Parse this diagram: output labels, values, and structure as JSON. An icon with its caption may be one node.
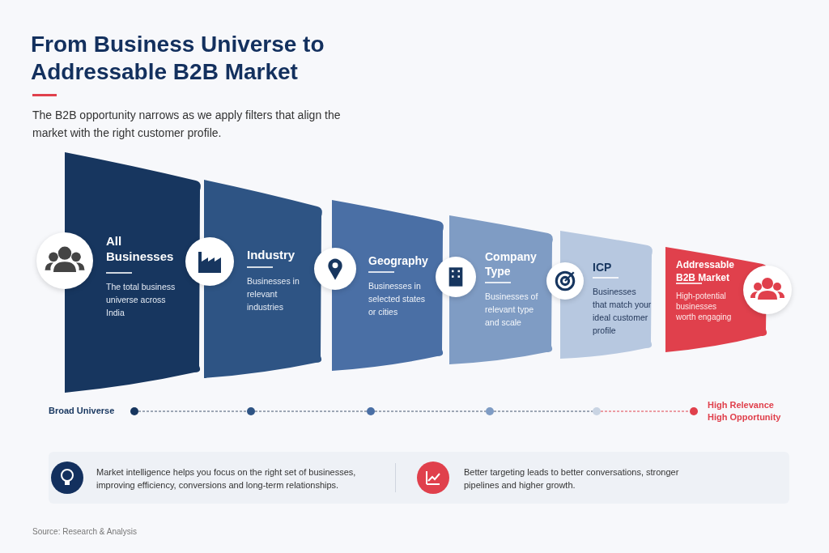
{
  "diagram": {
    "title": "From Business Universe to Addressable B2B Market",
    "nodes": [
      {
        "text": [
          "All Businesses",
          "The total business universe across India"
        ]
      },
      {
        "text": [
          "Industry",
          "Businesses in relevant industries"
        ]
      },
      {
        "text": [
          "Geography",
          "Businesses in selected states or cities"
        ]
      },
      {
        "text": [
          "Company Type",
          "Businesses of relevant type and scale"
        ]
      },
      {
        "text": [
          "ICP",
          "Businesses that match your ideal customer profile"
        ]
      },
      {
        "text": [
          "Addressable B2B Market",
          "High-potential businesses worth engaging"
        ]
      },
      {
        "text": [],
        "shape": "circle",
        "beside": [
          "Broad Universe"
        ]
      },
      {
        "text": [],
        "shape": "circle"
      },
      {
        "text": [],
        "shape": "circle"
      },
      {
        "text": [],
        "shape": "circle"
      },
      {
        "text": [],
        "shape": "circle"
      },
      {
        "text": [],
        "shape": "circle",
        "beside": [
          "High Relevance",
          "High Opportunity"
        ]
      }
    ],
    "edges": [
      {
        "from": 6,
        "to": 7,
        "arrow": "none",
        "style": "dashed"
      },
      {
        "from": 7,
        "to": 8,
        "arrow": "none",
        "style": "dashed"
      },
      {
        "from": 8,
        "to": 9,
        "arrow": "none",
        "style": "dashed"
      },
      {
        "from": 9,
        "to": 10,
        "arrow": "none",
        "style": "dashed"
      },
      {
        "from": 10,
        "to": 11,
        "arrow": "none",
        "style": "dashed",
        "color": "#e0404c"
      }
    ],
    "labels": [
      "The B2B opportunity narrows as we apply filters that align the market with the right customer profile.",
      "Market intelligence helps you focus on the right set of businesses, improving efficiency, conversions and long-term relationships.",
      "Better targeting leads to better conversations, stronger pipelines and higher growth.",
      "Source: Research & Analysis"
    ]
  }
}
